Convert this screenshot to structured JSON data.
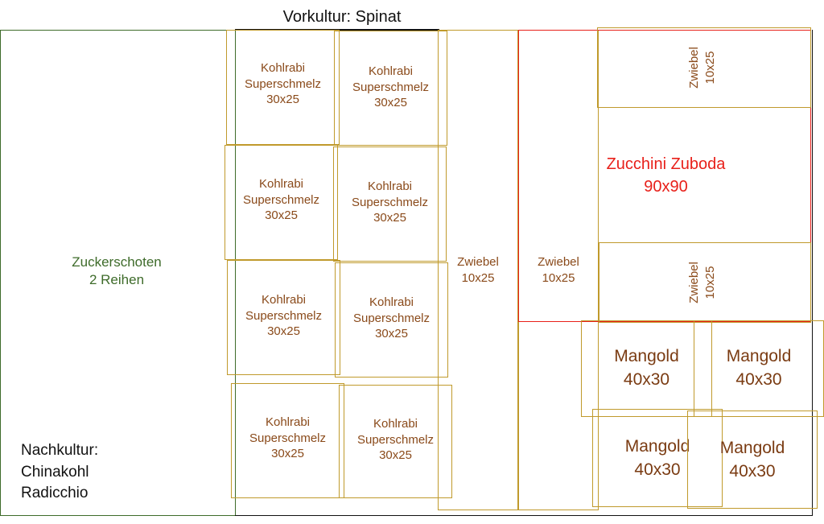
{
  "title": "Vorkultur: Spinat",
  "zuckerschoten": [
    "Zuckerschoten",
    "2 Reihen"
  ],
  "nachkultur": [
    "Nachkultur:",
    "Chinakohl",
    "Radicchio"
  ],
  "kohlrabi": [
    "Kohlrabi",
    "Superschmelz",
    "30x25"
  ],
  "zwiebel_mid_1": [
    "Zwiebel",
    "10x25"
  ],
  "zwiebel_mid_2": [
    "Zwiebel",
    "10x25"
  ],
  "zwiebel_top": [
    "Zwiebel",
    "10x25"
  ],
  "zwiebel_low": [
    "Zwiebel",
    "10x25"
  ],
  "zucchini": [
    "Zucchini Zuboda",
    "90x90"
  ],
  "mangold": [
    "Mangold",
    "40x30"
  ],
  "colors": {
    "outline_green": "#3e6b2a",
    "outline_gold": "#c09a2c",
    "outline_red": "#e8201a",
    "outline_dark": "#111111"
  }
}
